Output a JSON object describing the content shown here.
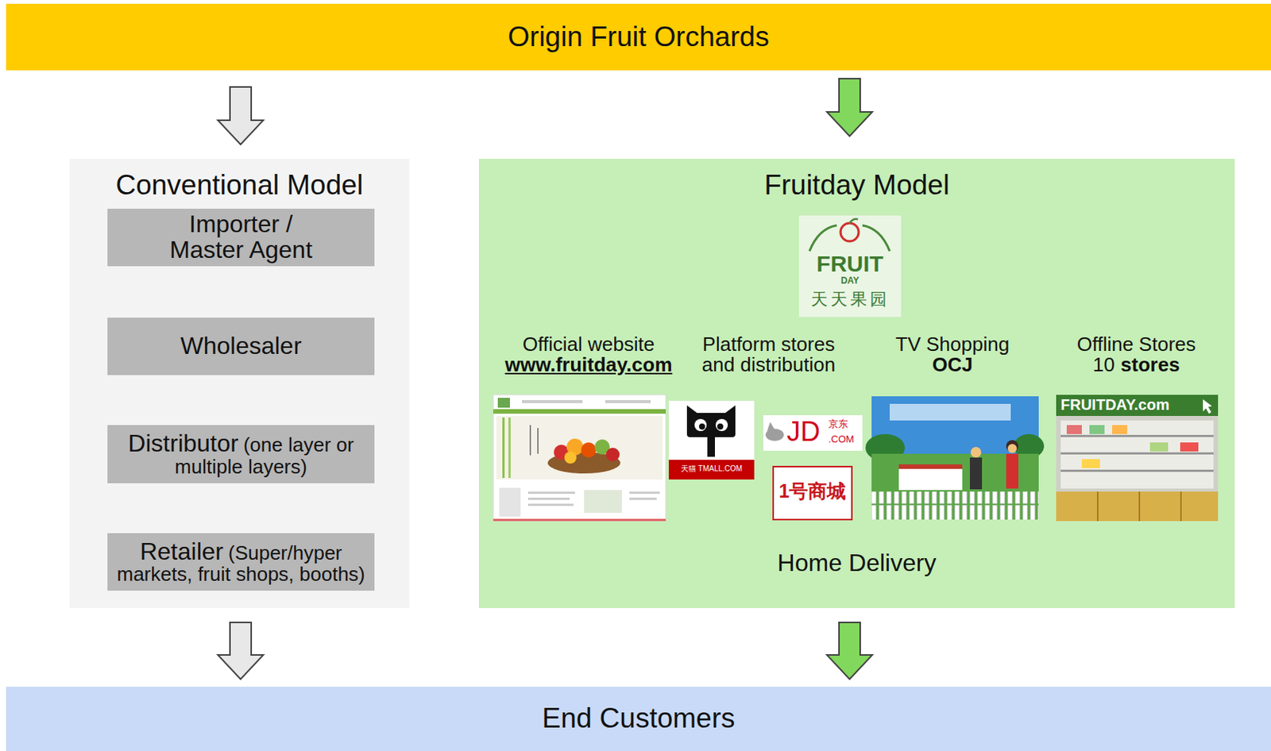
{
  "diagram": {
    "nodes": [
      {
        "text": [
          "Origin Fruit Orchards"
        ]
      },
      {
        "text": [
          "Conventional Model"
        ]
      },
      {
        "text": [
          "Importer / Master Agent"
        ],
        "in": 1
      },
      {
        "text": [
          "Wholesaler"
        ],
        "in": 1
      },
      {
        "text": [
          "Distributor",
          "(one layer or multiple layers)"
        ],
        "in": 1
      },
      {
        "text": [
          "Retailer",
          "(Super/hyper markets, fruit shops, booths)"
        ],
        "in": 1
      },
      {
        "text": [
          "Fruitday Model",
          "Home Delivery"
        ]
      },
      {
        "text": [
          "End Customers"
        ]
      }
    ],
    "edges": [
      {
        "from": 0,
        "to": 1,
        "arrow": "to"
      },
      {
        "from": 2,
        "to": 3,
        "arrow": "to"
      },
      {
        "from": 3,
        "to": 4,
        "arrow": "to"
      },
      {
        "from": 4,
        "to": 5,
        "arrow": "to"
      },
      {
        "from": 1,
        "to": 7,
        "arrow": "to"
      },
      {
        "from": 0,
        "to": 6,
        "arrow": "to"
      },
      {
        "from": 6,
        "to": 7,
        "arrow": "to"
      }
    ],
    "labels": [
      "FRUIT",
      "DAY",
      "天天果园",
      "Official website",
      "www.fruitday.com",
      "Platform stores and distribution",
      "TV Shopping",
      "OCJ",
      "Offline Stores",
      "10",
      "stores",
      "天猫",
      "TMALL.COM",
      "JD",
      ".COM",
      "京东",
      "1号商城",
      "FRUITDAY.com"
    ]
  }
}
